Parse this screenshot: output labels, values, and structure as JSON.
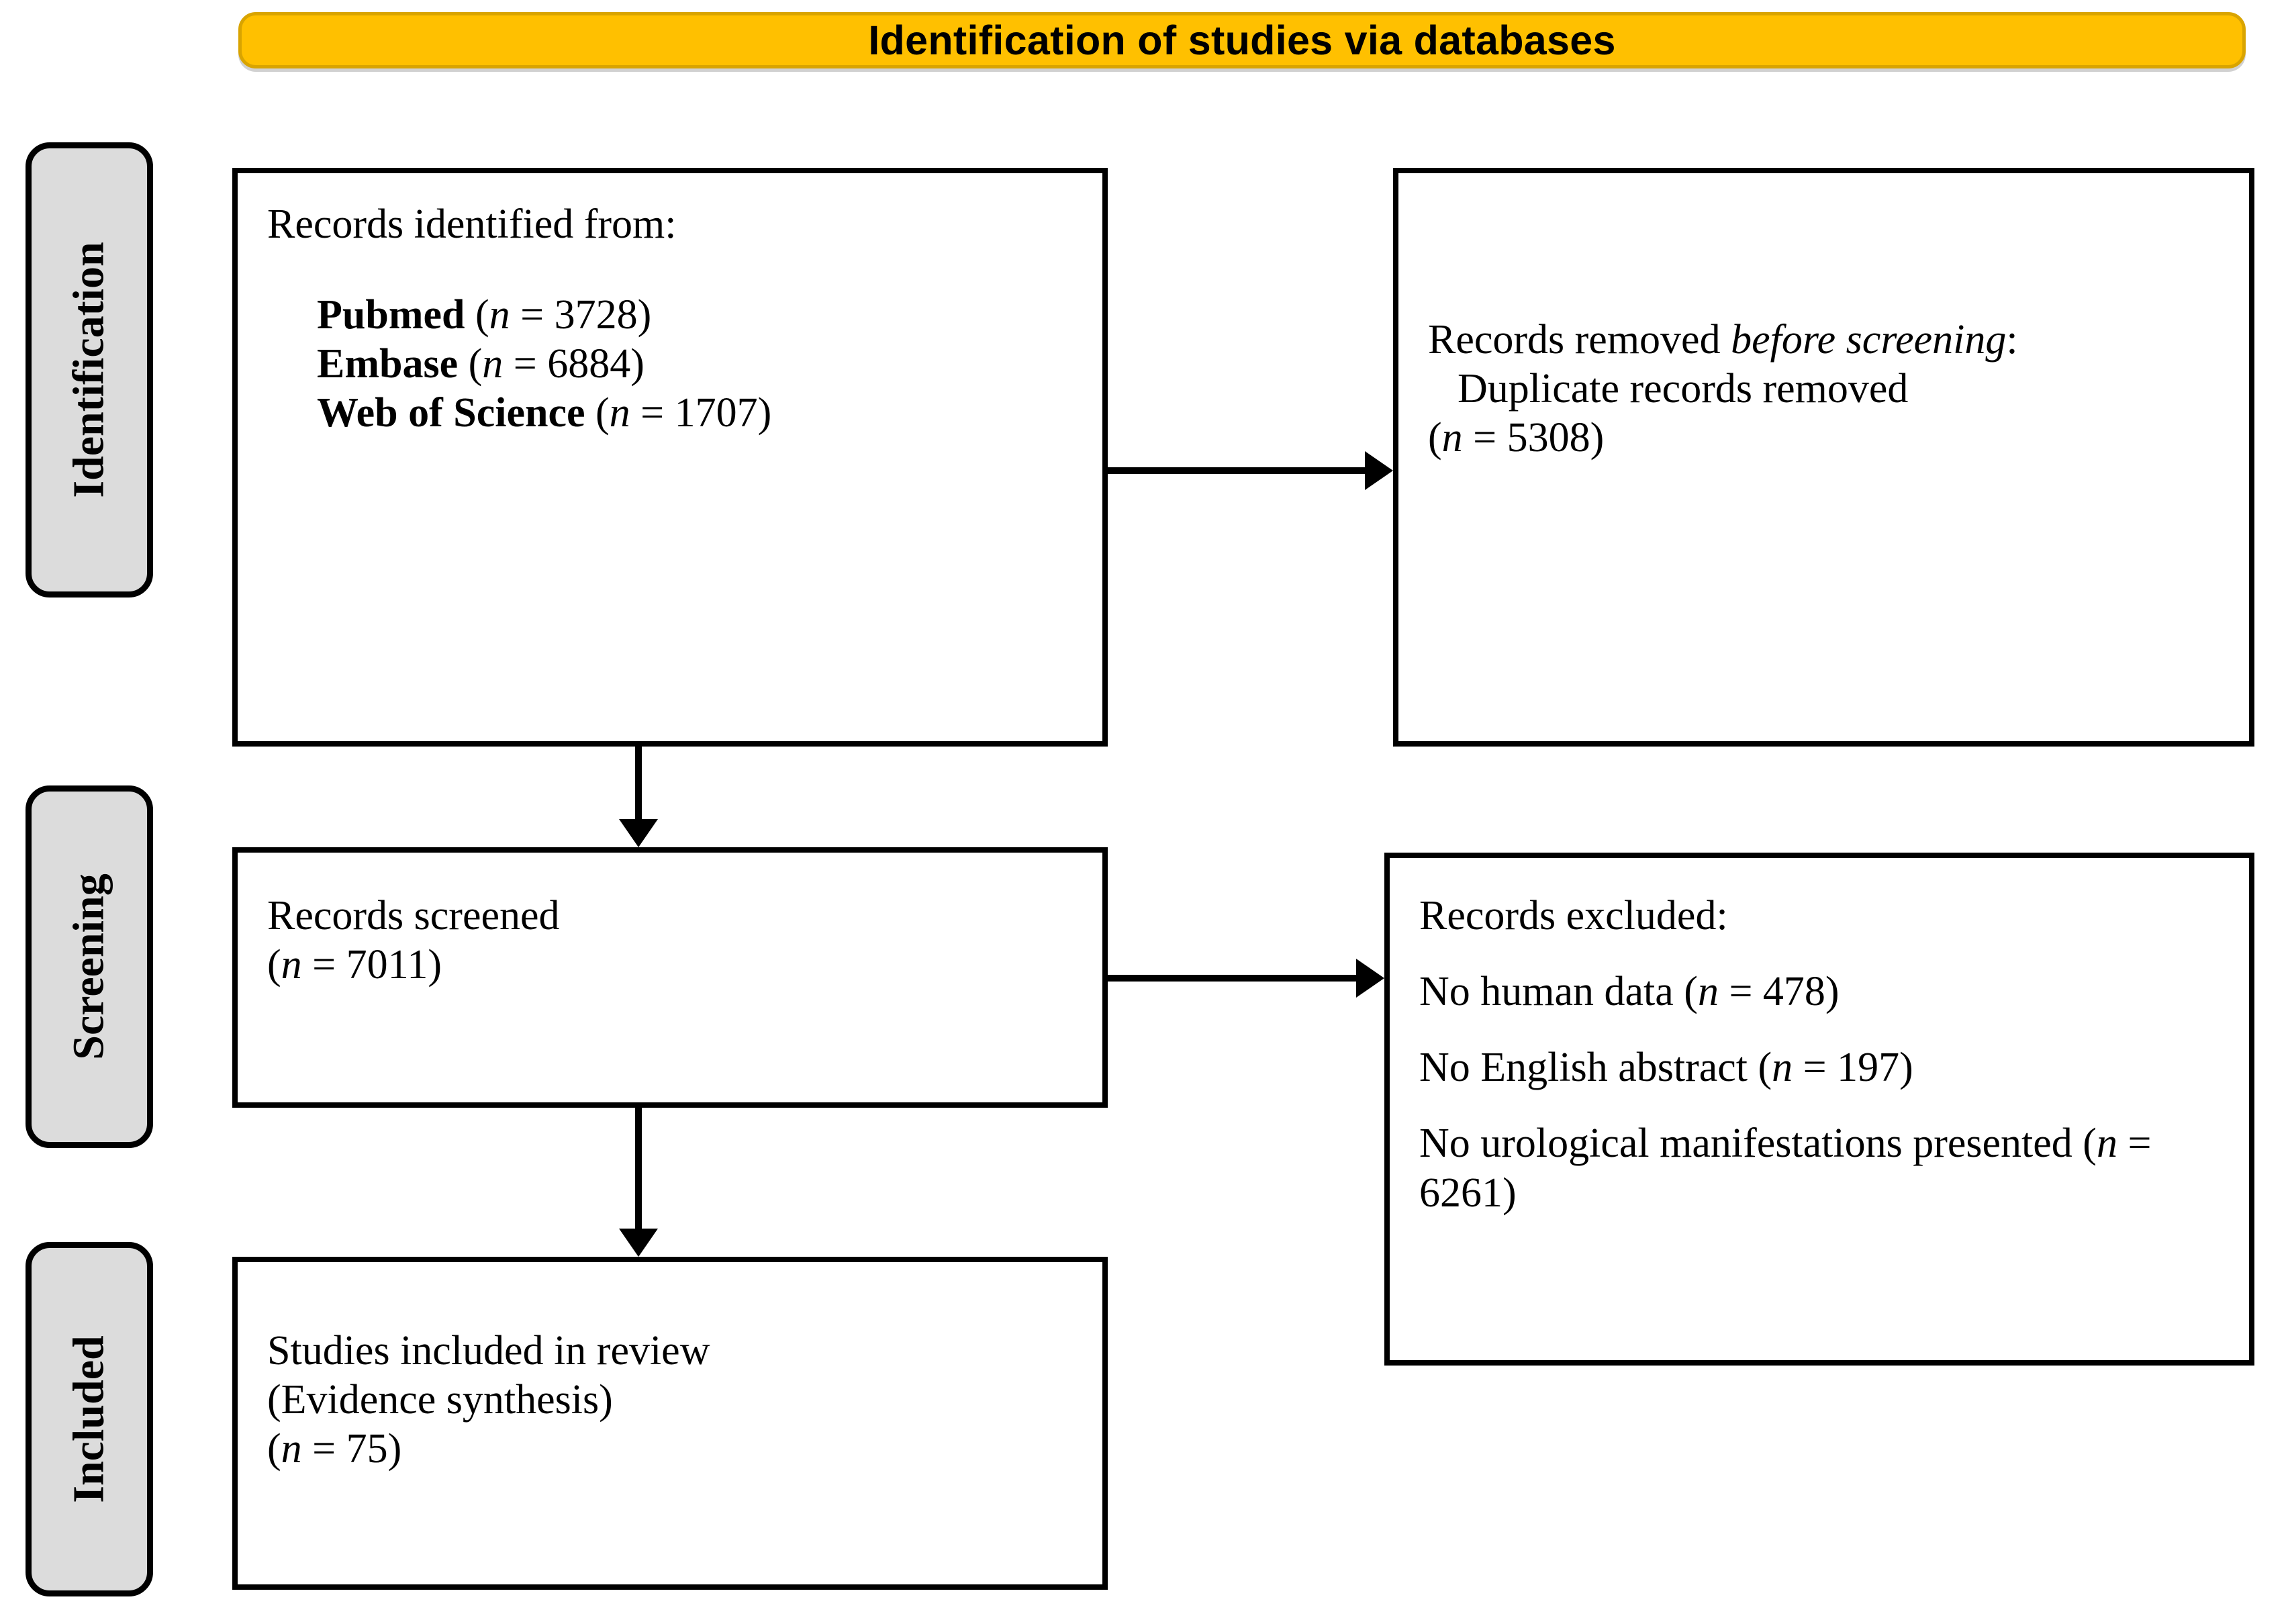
{
  "header": {
    "title": "Identification of studies via databases",
    "background_color": "#FFC000",
    "border_color": "#D9A400"
  },
  "stages": [
    {
      "id": "identification",
      "label": "Identification"
    },
    {
      "id": "screening",
      "label": "Screening"
    },
    {
      "id": "included",
      "label": "Included"
    }
  ],
  "boxes": {
    "identified": {
      "heading": "Records identified from:",
      "sources": [
        {
          "name": "Pubmed",
          "n_label": "(n = 3728)",
          "n": 3728
        },
        {
          "name": "Embase",
          "n_label": "(n = 6884)",
          "n": 6884
        },
        {
          "name": "Web of Science",
          "n_label": "(n = 1707)",
          "n": 1707
        }
      ]
    },
    "removed": {
      "heading_prefix": "Records removed ",
      "heading_italic": "before screening",
      "heading_suffix": ":",
      "reason": "Duplicate records removed",
      "n_label": "(n = 5308)",
      "n": 5308
    },
    "screened": {
      "label": "Records screened",
      "n_label": "(n = 7011)",
      "n": 7011
    },
    "excluded": {
      "heading": "Records excluded:",
      "reasons": [
        {
          "text": "No human data ",
          "n_label": "(n = 478)",
          "n": 478
        },
        {
          "text": "No English abstract ",
          "n_label": "(n = 197)",
          "n": 197
        },
        {
          "text": "No urological manifestations presented ",
          "n_label": "(n = 6261)",
          "n": 6261
        }
      ]
    },
    "included": {
      "line1": "Studies included in review",
      "line2": "(Evidence synthesis)",
      "n_label": "(n = 75)",
      "n": 75
    }
  },
  "connectors": [
    {
      "id": "identified-to-removed",
      "direction": "right"
    },
    {
      "id": "screened-to-excluded",
      "direction": "right"
    },
    {
      "id": "identified-to-screened",
      "direction": "down"
    },
    {
      "id": "screened-to-included",
      "direction": "down"
    }
  ]
}
